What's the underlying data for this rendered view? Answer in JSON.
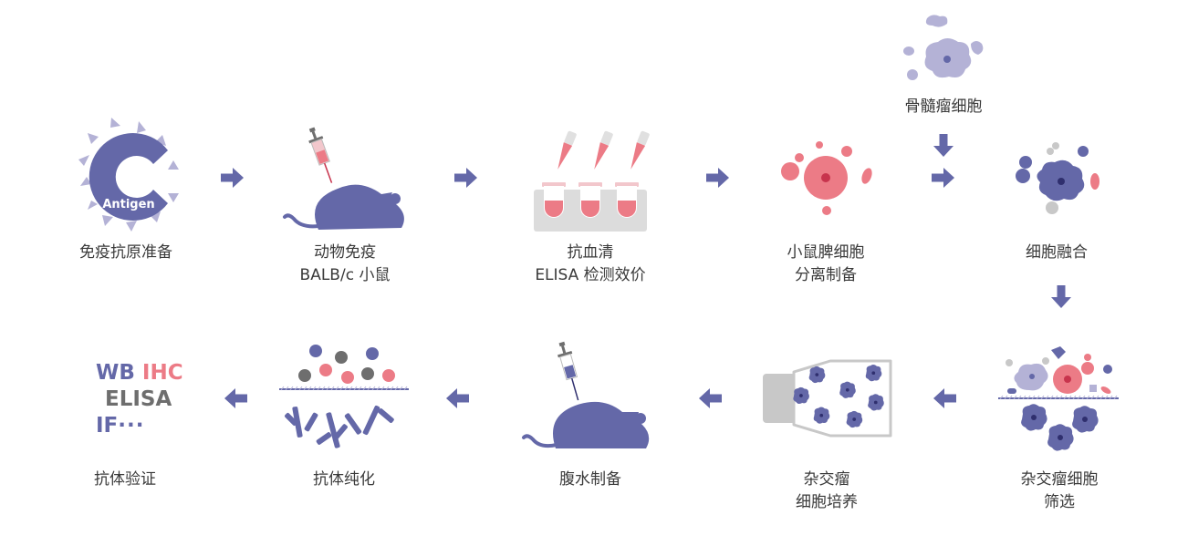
{
  "steps": [
    {
      "id": "antigen-prep",
      "lines": [
        "免疫抗原准备"
      ]
    },
    {
      "id": "immunization",
      "lines": [
        "动物免疫",
        "BALB/c 小鼠"
      ]
    },
    {
      "id": "antiserum",
      "lines": [
        "抗血清",
        "ELISA 检测效价"
      ]
    },
    {
      "id": "spleen-cells",
      "lines": [
        "小鼠脾细胞",
        "分离制备"
      ]
    },
    {
      "id": "cell-fusion",
      "lines": [
        "细胞融合"
      ]
    },
    {
      "id": "myeloma",
      "lines": [
        "骨髓瘤细胞"
      ]
    },
    {
      "id": "hybridoma-screening",
      "lines": [
        "杂交瘤细胞",
        "筛选"
      ]
    },
    {
      "id": "hybridoma-culture",
      "lines": [
        "杂交瘤",
        "细胞培养"
      ]
    },
    {
      "id": "ascites",
      "lines": [
        "腹水制备"
      ]
    },
    {
      "id": "purification",
      "lines": [
        "抗体纯化"
      ]
    },
    {
      "id": "validation",
      "lines": [
        "抗体验证"
      ]
    }
  ],
  "antigen_text": "Antigen",
  "applications": {
    "wb": "WB",
    "ihc": "IHC",
    "elisa": "ELISA",
    "if": "IF",
    "ellipsis": "···"
  },
  "colors": {
    "purple": "#6468a8",
    "light_purple": "#b4b2d6",
    "pink": "#ec7b86",
    "dark_red": "#c8344d",
    "gray": "#6e6e6e",
    "light_gray": "#c8c8c8",
    "label": "#3a3a3a"
  }
}
